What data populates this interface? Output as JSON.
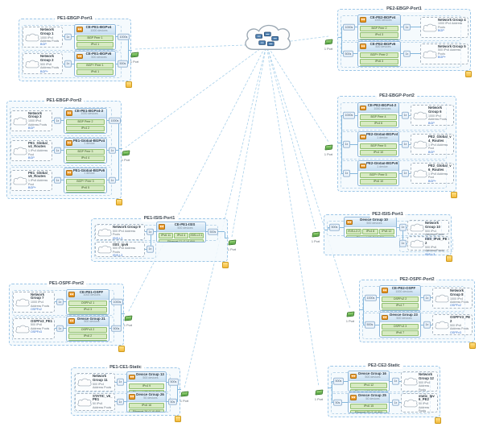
{
  "diagram_type": "network-topology-scenario-view",
  "colors": {
    "scenario_border": "#9ec7e8",
    "scenario_fill": "#f3f9fd",
    "stack_cell_fill": "#d7eac2",
    "stack_cell_border": "#8fbf6f",
    "device_header_fill": "#cfe3f4",
    "router_icon": "#f0a338",
    "port_icon": "#5aab42",
    "protocol_link": "#2e6bcc",
    "link_line": "#a8d0ea",
    "warning_icon": "#f3b93c"
  },
  "center_cloud": {
    "name": "internet-cloud"
  },
  "scenarios": [
    {
      "id": "pe1-ebgp-port1",
      "title": "PE1-EBGP-Port1",
      "port_label": "1 Port",
      "rows": [
        {
          "cloud": {
            "title": "Network Group 1",
            "subtitle": "1000 IPv4 Address Pools",
            "protocol": "BGP"
          },
          "multiplier": "1x",
          "device": {
            "title": "CE-PE1-BGPv4",
            "subtitle": "1000 devices",
            "stack": [
              [
                "BGP Peer 1"
              ],
              [
                "IPv4 1"
              ],
              [
                "Ethernet 1 (1 VLAN)"
              ]
            ]
          },
          "badge": "1000s"
        },
        {
          "cloud": {
            "title": "Network Group 2",
            "subtitle": "500 IPv6 Address Pools",
            "protocol": "BGP+"
          },
          "multiplier": "1x",
          "device": {
            "title": "CE-PE1-BGPv6",
            "subtitle": "500 devices",
            "stack": [
              [
                "BGP+ Peer 1"
              ],
              [
                "IPv6 1"
              ],
              [
                "Ethernet 2 (1 VLAN)"
              ]
            ]
          },
          "badge": "500s"
        }
      ]
    },
    {
      "id": "pe2-ebgp-port1",
      "title": "PE2-EBGP-Port1",
      "port_label": "1 Port",
      "rows": [
        {
          "cloud": {
            "title": "Network Group 4",
            "subtitle": "1000 IPv4 Address Pools",
            "protocol": "BGP"
          },
          "multiplier": "1x",
          "device": {
            "title": "CE-PE2-BGPv4",
            "subtitle": "1000 devices",
            "stack": [
              [
                "BGP Peer 2"
              ],
              [
                "IPv4 3"
              ],
              [
                "Ethernet 5 (1 VLAN)"
              ]
            ]
          },
          "badge": "1000s"
        },
        {
          "cloud": {
            "title": "Network Group 5",
            "subtitle": "500 IPv6 Address Pools",
            "protocol": "BGP+"
          },
          "multiplier": "1x",
          "device": {
            "title": "CE-PE2-BGPv6",
            "subtitle": "500 devices",
            "stack": [
              [
                "BGP+ Peer 2"
              ],
              [
                "IPv6 3"
              ],
              [
                "Ethernet 7 (1 VLAN)"
              ]
            ]
          },
          "badge": "500s"
        }
      ]
    },
    {
      "id": "pe1-ebgp-port2",
      "title": "PE1-EBGP-Port2",
      "port_label": "1 Port",
      "rows": [
        {
          "cloud": {
            "title": "Network Group 3",
            "subtitle": "1000 IPv4 Address Pools",
            "protocol": "BGP"
          },
          "multiplier": "1x",
          "device": {
            "title": "CE-PE1-BGPv4-2",
            "subtitle": "1000 devices",
            "stack": [
              [
                "BGP Peer 2"
              ],
              [
                "IPv4 2"
              ],
              [
                "Ethernet 3 (1 VLAN)"
              ]
            ]
          },
          "badge": "1000s"
        },
        {
          "cloud": {
            "title": "PE1_Global_v4_Routes",
            "subtitle": "1 IPv4 Address Pool",
            "protocol": "BGP"
          },
          "multiplier": "1x",
          "device": {
            "title": "PE1-Global-BGPv4",
            "subtitle": "1 device",
            "stack": [
              [
                "BGP Peer 3"
              ],
              [
                "IPv4 4"
              ],
              [
                "Ethernet v4 (1 VLAN)"
              ]
            ]
          },
          "badge": "1x"
        },
        {
          "cloud": {
            "title": "PE1_Global_v6_Routes",
            "subtitle": "1 IPv6 Address Pool",
            "protocol": "BGP+"
          },
          "multiplier": "1x",
          "device": {
            "title": "PE1-Global-BGPv6",
            "subtitle": "1 device",
            "stack": [
              [
                "BGP+ Peer 3"
              ],
              [
                "IPv6 5"
              ],
              [
                "Ethernet v6 (1 VLAN)"
              ]
            ]
          },
          "badge": "1x"
        }
      ]
    },
    {
      "id": "pe2-ebgp-port2",
      "title": "PE2-EBGP-Port2",
      "port_label": "1 Port",
      "rows": [
        {
          "cloud": {
            "title": "Network Group 6",
            "subtitle": "1000 IPv4 Address Pools",
            "protocol": "BGP"
          },
          "multiplier": "1x",
          "device": {
            "title": "CE-PE2-BGPv4-2",
            "subtitle": "1000 devices",
            "stack": [
              [
                "BGP Peer 4"
              ],
              [
                "IPv4 6"
              ],
              [
                "Ethernet 6 (1 VLAN)"
              ]
            ]
          },
          "badge": "1000s"
        },
        {
          "cloud": {
            "title": "PE2_Global_v4_Routes",
            "subtitle": "1 IPv4 Address Pool",
            "protocol": "BGP"
          },
          "multiplier": "1x",
          "device": {
            "title": "PE2-Global-BGPv4",
            "subtitle": "1 device",
            "stack": [
              [
                "BGP Peer 5"
              ],
              [
                "IPv4 10"
              ],
              [
                "Ethernet 15 (1 VLAN)"
              ]
            ]
          },
          "badge": "1x"
        },
        {
          "cloud": {
            "title": "PE2_Global_v6_Routes",
            "subtitle": "1 IPv6 Address Pool",
            "protocol": "BGP+"
          },
          "multiplier": "1x",
          "device": {
            "title": "PE2-Global-BGPv6",
            "subtitle": "1 device",
            "stack": [
              [
                "BGP+ Peer 5"
              ],
              [
                "IPv6 10"
              ],
              [
                "Ethernet 16 (1 VLAN)"
              ]
            ]
          },
          "badge": "1x"
        }
      ]
    },
    {
      "id": "pe1-isis-port1",
      "title": "PE1-ISIS-Port1",
      "port_label": "1 Port",
      "rows": [
        {
          "cloud": {
            "title": "Network Group 9",
            "subtitle": "500 IPv4 Address Pools",
            "protocol": "ISIS-L3"
          },
          "multiplier": "1x",
          "device": {
            "title": "CE-PE1-ISIS",
            "subtitle": "500 devices",
            "stack": [
              [
                "IPv6 11",
                "IPv4 4",
                "ISIS-L3 1"
              ],
              [
                "Ethernet 11 (1 VLAN)"
              ]
            ]
          },
          "badge": "500s"
        },
        {
          "cloud": {
            "title": "ISIS_Ipv6",
            "subtitle": "500 IPv6 Address Pools",
            "protocol": "ISIS-L3"
          },
          "multiplier": "1x"
        }
      ]
    },
    {
      "id": "pe2-isis-port1",
      "title": "PE2-ISIS-Port1",
      "port_label": "1 Port",
      "rows": [
        {
          "cloud": {
            "title": "Network Group 10",
            "subtitle": "500 IPv4 Address Pools",
            "protocol": "ISIS-L3"
          },
          "multiplier": "1x",
          "device": {
            "title": "Device Group 10",
            "subtitle": "500 devices",
            "stack": [
              [
                "ISIS-L3 2",
                "IPv4 8",
                "IPv6 12"
              ],
              [
                "Ethernet 10 (1 VLAN)"
              ]
            ]
          },
          "badge": "500s"
        },
        {
          "cloud": {
            "title": "ISIS_IPv6_PE2",
            "subtitle": "500 IPv6 Address Pools",
            "protocol": "ISIS-L3"
          },
          "multiplier": "1x"
        }
      ]
    },
    {
      "id": "pe1-ospf-port2",
      "title": "PE1-OSPF-Port2",
      "port_label": "1 Port",
      "rows": [
        {
          "cloud": {
            "title": "Network Group 7",
            "subtitle": "1000 IPv4 Address Pools",
            "protocol": "OSPFv2"
          },
          "multiplier": "1x",
          "device": {
            "title": "CE-PE1-OSPF",
            "subtitle": "1000 devices",
            "stack": [
              [
                "OSPFv2 1"
              ],
              [
                "IPv4 3"
              ],
              [
                "Ethernet 4 (1 VLAN)"
              ]
            ]
          },
          "badge": "1000s"
        },
        {
          "cloud": {
            "title": "OSPFv3_PE1",
            "subtitle": "500 IPv6 Address Pools",
            "protocol": "OSPFv3"
          },
          "multiplier": "1x",
          "device": {
            "title": "Device Group 21",
            "subtitle": "500 devices",
            "stack": [
              [
                "OSPFv3 2"
              ],
              [
                "IPv6 2"
              ],
              [
                "Ethernet 21 (1 VLAN)"
              ]
            ]
          },
          "badge": "500s"
        }
      ]
    },
    {
      "id": "pe2-ospf-port2",
      "title": "PE2-OSPF-Port2",
      "port_label": "1 Port",
      "rows": [
        {
          "cloud": {
            "title": "Network Group 8",
            "subtitle": "1000 IPv4 Address Pools",
            "protocol": "OSPFv2"
          },
          "multiplier": "1x",
          "device": {
            "title": "CE-PE2-OSPF",
            "subtitle": "1000 devices",
            "stack": [
              [
                "OSPFv2 2"
              ],
              [
                "IPv4 7"
              ],
              [
                "Ethernet 9 (1 VLAN)"
              ]
            ]
          },
          "badge": "1000s"
        },
        {
          "cloud": {
            "title": "OSPFV3_PE2",
            "subtitle": "500 IPv6 Address Pools",
            "protocol": "OSPFv3"
          },
          "multiplier": "1x",
          "device": {
            "title": "Device Group 23",
            "subtitle": "500 devices",
            "stack": [
              [
                "OSPFv3 3"
              ],
              [
                "IPv6 7"
              ],
              [
                "Ethernet 23 (1 VLAN)"
              ]
            ]
          },
          "badge": "500s"
        }
      ]
    },
    {
      "id": "pe1-ce1-static",
      "title": "PE1-CE1-Static",
      "port_label": "1 Port",
      "rows": [
        {
          "cloud": {
            "title": "Network Group 11",
            "subtitle": "500 IPv4 Address Pools",
            "protocol": ""
          },
          "multiplier": "1x",
          "device": {
            "title": "Device Group 13",
            "subtitle": "500 devices",
            "stack": [
              [
                "IPv4 9"
              ],
              [
                "Ethernet 13 (1 VLAN)"
              ]
            ]
          },
          "badge": "500s"
        },
        {
          "cloud": {
            "title": "STATIC_v6_PE1",
            "subtitle": "50 IPv6 Address Pools",
            "protocol": ""
          },
          "multiplier": "1x",
          "device": {
            "title": "Device Group 26",
            "subtitle": "50 devices",
            "stack": [
              [
                "IPv6 16"
              ],
              [
                "Ethernet 26 (1 VLAN)"
              ]
            ]
          },
          "badge": "50s"
        }
      ]
    },
    {
      "id": "pe2-ce2-static",
      "title": "PE2-CE2-Static",
      "port_label": "1 Port",
      "rows": [
        {
          "cloud": {
            "title": "Network Group 12",
            "subtitle": "500 IPv4 Address Pools",
            "protocol": ""
          },
          "multiplier": "1x",
          "device": {
            "title": "Device Group 16",
            "subtitle": "500 devices",
            "stack": [
              [
                "IPv4 12"
              ],
              [
                "Ethernet 16 (1 VLAN)"
              ]
            ]
          },
          "badge": "500s"
        },
        {
          "cloud": {
            "title": "static_Ipv6_PE2",
            "subtitle": "50 IPv6 Address Pools",
            "protocol": ""
          },
          "multiplier": "1x",
          "device": {
            "title": "Device Group 25",
            "subtitle": "50 devices",
            "stack": [
              [
                "IPv6 15"
              ],
              [
                "Ethernet 25 (1 VLAN)"
              ]
            ]
          },
          "badge": "50s"
        }
      ]
    }
  ]
}
